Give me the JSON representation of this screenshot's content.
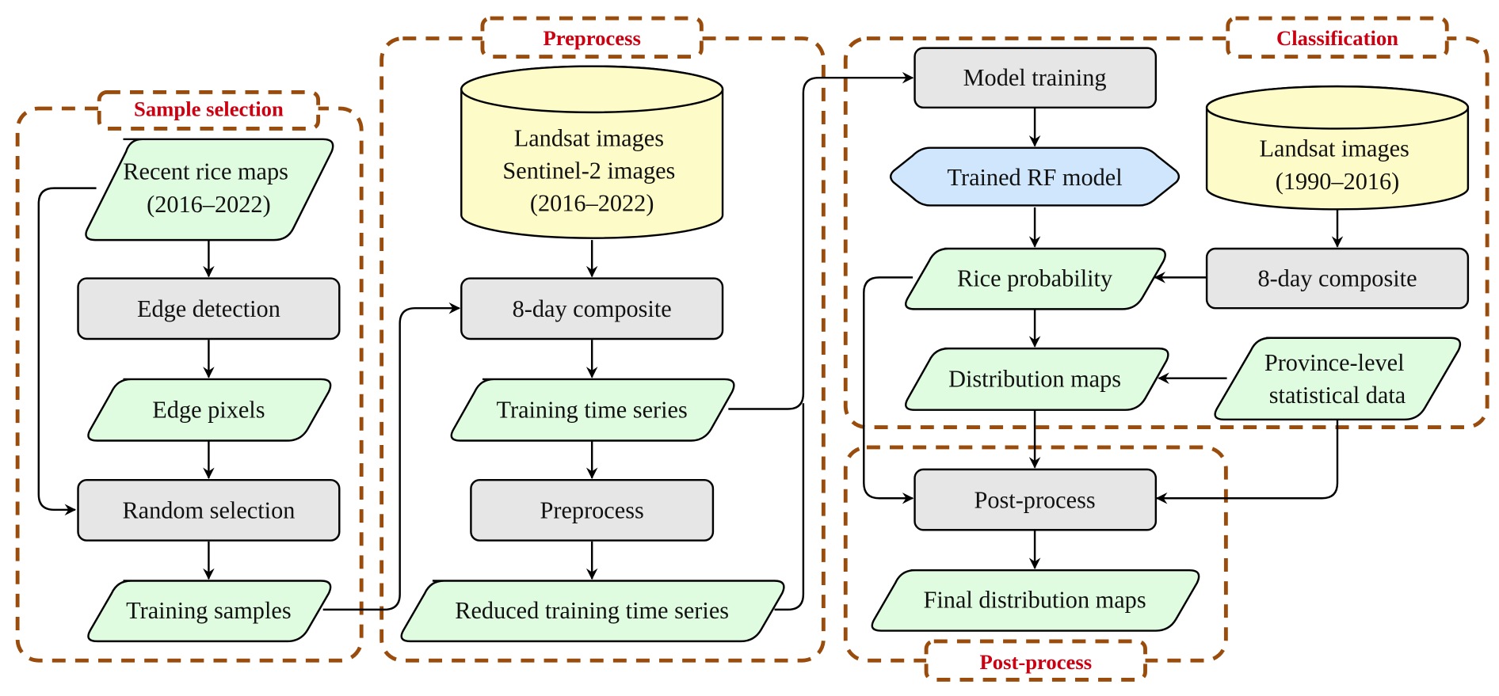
{
  "colors": {
    "process": "#e6e6e6",
    "data": "#e0fce0",
    "database": "#fdfcc8",
    "model": "#cfe6fd",
    "group_border": "#9a4c0c",
    "group_label": "#cc0011"
  },
  "groups": [
    {
      "id": "sample",
      "label": "Sample selection"
    },
    {
      "id": "preprocess",
      "label": "Preprocess"
    },
    {
      "id": "classification",
      "label": "Classification"
    },
    {
      "id": "postprocess",
      "label": "Post-process"
    }
  ],
  "nodes": {
    "recent_rice_maps": {
      "lines": [
        "Recent rice maps",
        "(2016–2022)"
      ],
      "type": "data"
    },
    "edge_detection": {
      "lines": [
        "Edge detection"
      ],
      "type": "process"
    },
    "edge_pixels": {
      "lines": [
        "Edge pixels"
      ],
      "type": "data"
    },
    "random_selection": {
      "lines": [
        "Random selection"
      ],
      "type": "process"
    },
    "training_samples": {
      "lines": [
        "Training samples"
      ],
      "type": "data"
    },
    "landsat_sentinel": {
      "lines": [
        "Landsat images",
        "Sentinel-2 images",
        "(2016–2022)"
      ],
      "type": "database"
    },
    "composite_pre": {
      "lines": [
        "8-day composite"
      ],
      "type": "process"
    },
    "training_ts": {
      "lines": [
        "Training time series"
      ],
      "type": "data"
    },
    "preprocess_step": {
      "lines": [
        "Preprocess"
      ],
      "type": "process"
    },
    "reduced_ts": {
      "lines": [
        "Reduced training time series"
      ],
      "type": "data"
    },
    "model_training": {
      "lines": [
        "Model training"
      ],
      "type": "process"
    },
    "trained_rf": {
      "lines": [
        "Trained RF model"
      ],
      "type": "model"
    },
    "landsat_hist": {
      "lines": [
        "Landsat images",
        "(1990–2016)"
      ],
      "type": "database"
    },
    "rice_probability": {
      "lines": [
        "Rice probability"
      ],
      "type": "data"
    },
    "composite_cls": {
      "lines": [
        "8-day composite"
      ],
      "type": "process"
    },
    "distribution_maps": {
      "lines": [
        "Distribution maps"
      ],
      "type": "data"
    },
    "province_data": {
      "lines": [
        "Province-level",
        "statistical data"
      ],
      "type": "data"
    },
    "post_process": {
      "lines": [
        "Post-process"
      ],
      "type": "process"
    },
    "final_maps": {
      "lines": [
        "Final distribution maps"
      ],
      "type": "data"
    }
  },
  "edges": [
    {
      "from": "recent_rice_maps",
      "to": "edge_detection"
    },
    {
      "from": "edge_detection",
      "to": "edge_pixels"
    },
    {
      "from": "edge_pixels",
      "to": "random_selection"
    },
    {
      "from": "recent_rice_maps",
      "to": "random_selection"
    },
    {
      "from": "random_selection",
      "to": "training_samples"
    },
    {
      "from": "training_samples",
      "to": "composite_pre"
    },
    {
      "from": "landsat_sentinel",
      "to": "composite_pre"
    },
    {
      "from": "composite_pre",
      "to": "training_ts"
    },
    {
      "from": "training_ts",
      "to": "preprocess_step"
    },
    {
      "from": "preprocess_step",
      "to": "reduced_ts"
    },
    {
      "from": "training_ts",
      "to": "model_training"
    },
    {
      "from": "reduced_ts",
      "to": "model_training"
    },
    {
      "from": "model_training",
      "to": "trained_rf"
    },
    {
      "from": "trained_rf",
      "to": "rice_probability"
    },
    {
      "from": "landsat_hist",
      "to": "composite_cls"
    },
    {
      "from": "composite_cls",
      "to": "rice_probability"
    },
    {
      "from": "rice_probability",
      "to": "distribution_maps"
    },
    {
      "from": "province_data",
      "to": "distribution_maps"
    },
    {
      "from": "distribution_maps",
      "to": "post_process"
    },
    {
      "from": "rice_probability",
      "to": "post_process"
    },
    {
      "from": "province_data",
      "to": "post_process"
    },
    {
      "from": "post_process",
      "to": "final_maps"
    }
  ]
}
